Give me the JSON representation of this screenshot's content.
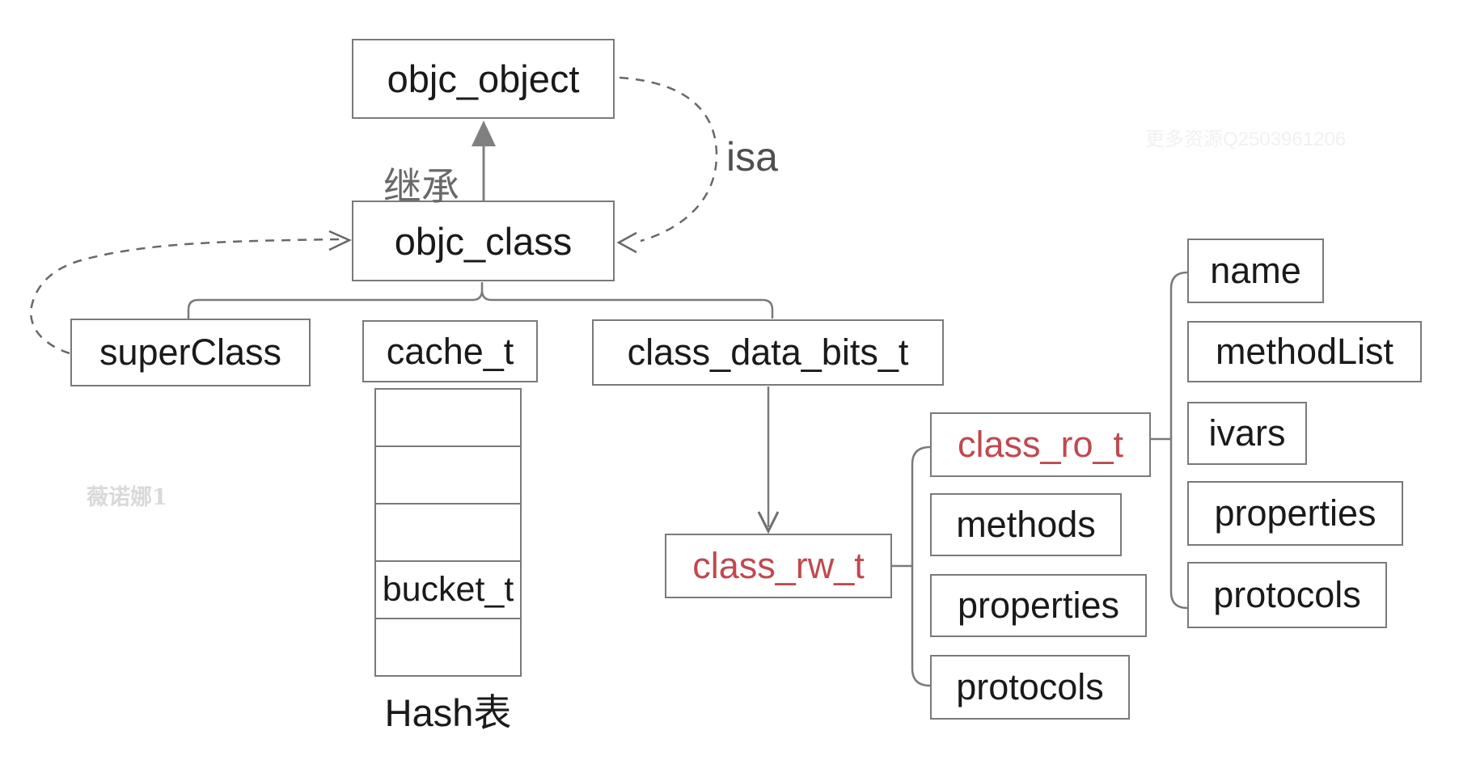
{
  "nodes": {
    "objc_object": {
      "label": "objc_object"
    },
    "objc_class": {
      "label": "objc_class"
    },
    "superClass": {
      "label": "superClass"
    },
    "cache_t": {
      "label": "cache_t"
    },
    "class_data_bits_t": {
      "label": "class_data_bits_t"
    },
    "bucket_t": {
      "label": "bucket_t"
    },
    "class_rw_t": {
      "label": "class_rw_t"
    },
    "class_ro_t": {
      "label": "class_ro_t"
    },
    "rw_children": [
      {
        "label": "methods"
      },
      {
        "label": "properties"
      },
      {
        "label": "protocols"
      }
    ],
    "ro_children": [
      {
        "label": "name"
      },
      {
        "label": "methodList"
      },
      {
        "label": "ivars"
      },
      {
        "label": "properties"
      },
      {
        "label": "protocols"
      }
    ]
  },
  "edge_labels": {
    "inheritance": "继承",
    "isa": "isa"
  },
  "captions": {
    "hash_table": "Hash表"
  },
  "hash_table": {
    "rows": 5,
    "bucket_row_index": 3
  },
  "watermarks": {
    "left": "薇诺娜1",
    "top_right": "更多资源Q2503961206"
  },
  "colors": {
    "highlight_red": "#c0494f",
    "text_black": "#1a1a1a",
    "line_gray": "#7a7a7a",
    "dashed_gray": "#686868",
    "edge_label_gray": "#696969",
    "watermark_gray": "#d9d9d9",
    "watermark_faint": "#f1f1f1",
    "background": "#ffffff"
  }
}
